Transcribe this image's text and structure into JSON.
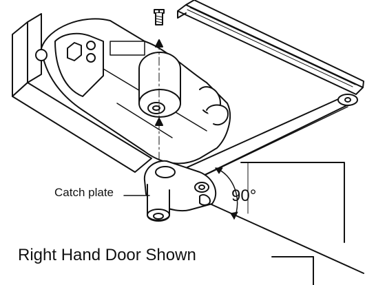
{
  "diagram": {
    "callout_label": "Catch plate",
    "angle_label": "90°",
    "caption": "Right Hand Door Shown"
  },
  "colors": {
    "line": "#111111",
    "background": "#ffffff"
  },
  "icons": {
    "screw": "screw-icon",
    "arrow": "arrow-icon"
  }
}
